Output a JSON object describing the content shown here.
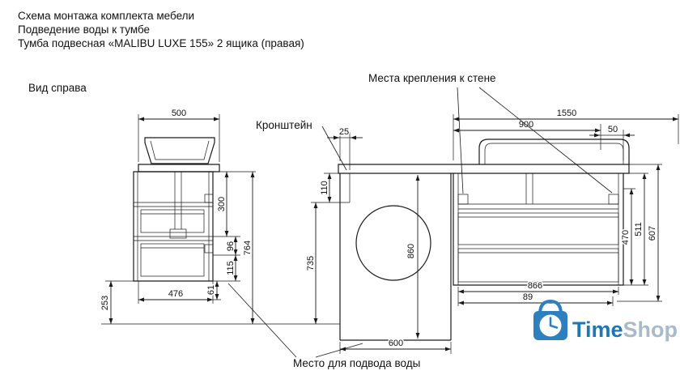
{
  "header": {
    "line1": "Схема монтажа комплекта мебели",
    "line2": "Подведение воды к тумбе",
    "line3": "Тумба подвесная «MALIBU LUXE 155»  2 ящика (правая)"
  },
  "labels": {
    "view_right": "Вид справа",
    "bracket": "Кронштейн",
    "wall_mount": "Места крепления к стене",
    "water_supply": "Место  для подвода воды"
  },
  "dims": {
    "d500": "500",
    "d300": "300",
    "d96": "96",
    "d115": "115",
    "d61": "61",
    "d764": "764",
    "d476": "476",
    "d253": "253",
    "d25": "25",
    "d110": "110",
    "d735": "735",
    "d860": "860",
    "d600": "600",
    "d1550": "1550",
    "d900": "900",
    "d50": "50",
    "d470": "470",
    "d511": "511",
    "d607": "607",
    "d866": "866",
    "d89": "89"
  },
  "logo": {
    "time": "Time",
    "shop": "Shop"
  },
  "colors": {
    "line": "#1a1a1a",
    "logo_blue": "#1d77b5",
    "logo_gray": "#a9bac9",
    "bag_blue": "#2e7fbe"
  }
}
